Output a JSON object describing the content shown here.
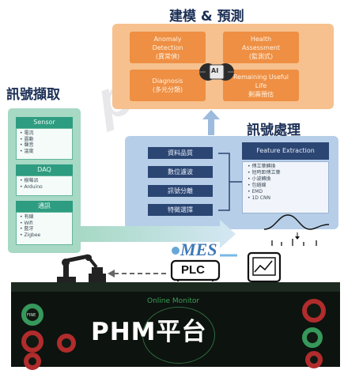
{
  "watermark": "portal",
  "headings": {
    "model": "建模 & 預測",
    "acquisition": "訊號擷取",
    "processing": "訊號處理"
  },
  "model": {
    "ai_label": "AI",
    "cells": [
      {
        "line1": "Anomaly",
        "line2": "Detection",
        "sub": "(異常偵)"
      },
      {
        "line1": "Health",
        "line2": "Assessment",
        "sub": "(監測式)"
      },
      {
        "line1": "Diagnosis",
        "line2": "",
        "sub": "(多元分類)"
      },
      {
        "line1": "Remaining Useful",
        "line2": "Life",
        "sub": "剩壽預估"
      }
    ]
  },
  "acquisition": {
    "groups": [
      {
        "title": "Sensor",
        "items": [
          "電流",
          "震動",
          "聲音",
          "溫度"
        ]
      },
      {
        "title": "DAQ",
        "items": [
          "樹莓派",
          "Arduino"
        ]
      },
      {
        "title": "通訊",
        "items": [
          "有線",
          "Wifi",
          "藍牙",
          "Zigbee"
        ]
      }
    ]
  },
  "processing": {
    "steps": [
      "資料品質",
      "數位濾波",
      "訊號分離",
      "特徵選擇"
    ],
    "feature_title": "Feature Extraction",
    "features": [
      "傅立葉轉換",
      "短時距傅立葉",
      "小波轉換",
      "包絡線",
      "EMD",
      "1D CNN"
    ]
  },
  "logos": {
    "mes": "MES",
    "plc": "PLC"
  },
  "platform": {
    "label": "PHM平台",
    "dashboard_title": "Online Monitor",
    "left_gauge": "FINE"
  },
  "colors": {
    "model_orange": "#ee8f43",
    "acq_green": "#2e9c80",
    "proc_navy": "#2c4673",
    "heading_navy": "#1b2f55"
  },
  "icons": [
    "robot-arm-icon",
    "plc-icon",
    "tablet-icon",
    "chart-curve-icon",
    "ai-chip-icon"
  ]
}
